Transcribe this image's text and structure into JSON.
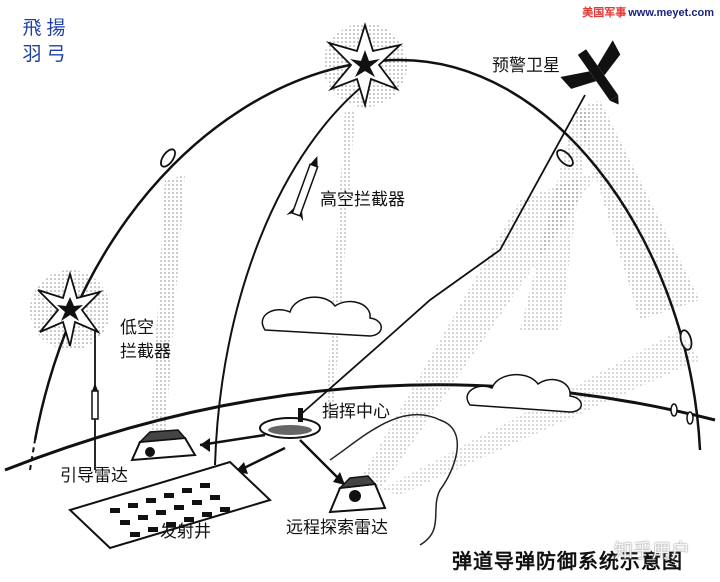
{
  "corner_seal": {
    "chars": [
      "飛",
      "揚",
      "羽",
      "弓"
    ],
    "color": "#1e40a8"
  },
  "site_logo": {
    "cn_text": "美国军事",
    "url_text": "www.meyet.com",
    "cn_color": "#e53935",
    "url_color": "#1a237e"
  },
  "labels": {
    "satellite": "预警卫星",
    "high_interceptor": "高空拦截器",
    "low_interceptor_line1": "低空",
    "low_interceptor_line2": "拦截器",
    "command_center": "指挥中心",
    "guidance_radar": "引导雷达",
    "launch_silo": "发射井",
    "remote_radar": "远程探索雷达"
  },
  "title": "弹道导弹防御系统示意图",
  "watermark": "知乎用户",
  "colors": {
    "ink": "#111111",
    "background": "#ffffff"
  },
  "icons": [
    "satellite-icon",
    "explosion-icon",
    "missile-icon",
    "radar-dome-icon",
    "cloud-icon",
    "silo-field-icon",
    "command-dish-icon"
  ]
}
